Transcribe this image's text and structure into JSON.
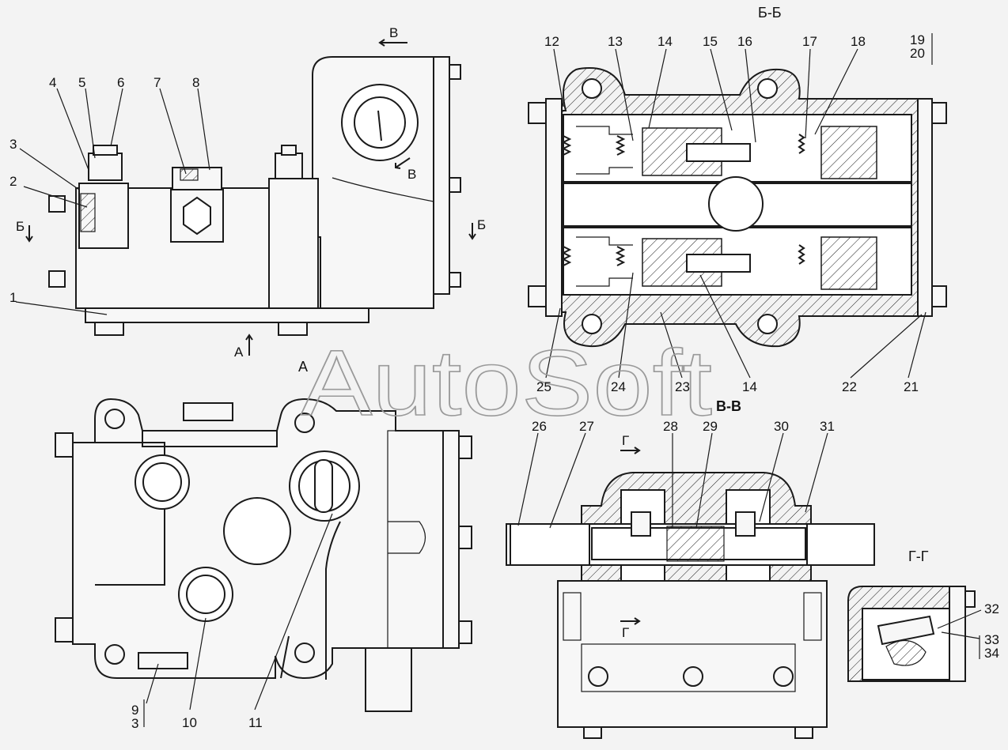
{
  "watermark": "AutoSoft",
  "section_titles": {
    "bb": "Б-Б",
    "vv": "В-В",
    "gg": "Г-Г",
    "a_view": "А"
  },
  "markers": {
    "v_top": "В",
    "v_mid": "В",
    "b_left": "Б",
    "b_right": "Б",
    "a_arrow": "А",
    "g_top": "Г",
    "g_bottom": "Г"
  },
  "callouts": {
    "n1": "1",
    "n2": "2",
    "n3": "3",
    "n4": "4",
    "n5": "5",
    "n6": "6",
    "n7": "7",
    "n8": "8",
    "n9": "9",
    "n3b": "3",
    "n10": "10",
    "n11": "11",
    "n12": "12",
    "n13": "13",
    "n14": "14",
    "n15": "15",
    "n16": "16",
    "n17": "17",
    "n18": "18",
    "n19": "19",
    "n20": "20",
    "n21": "21",
    "n22": "22",
    "n23": "23",
    "n14b": "14",
    "n24": "24",
    "n25": "25",
    "n26": "26",
    "n27": "27",
    "n28": "28",
    "n29": "29",
    "n30": "30",
    "n31": "31",
    "n32": "32",
    "n33": "33",
    "n34": "34"
  },
  "colors": {
    "line": "#1a1a1a",
    "background": "#f3f3f3",
    "watermark": "#9a9a9a"
  }
}
